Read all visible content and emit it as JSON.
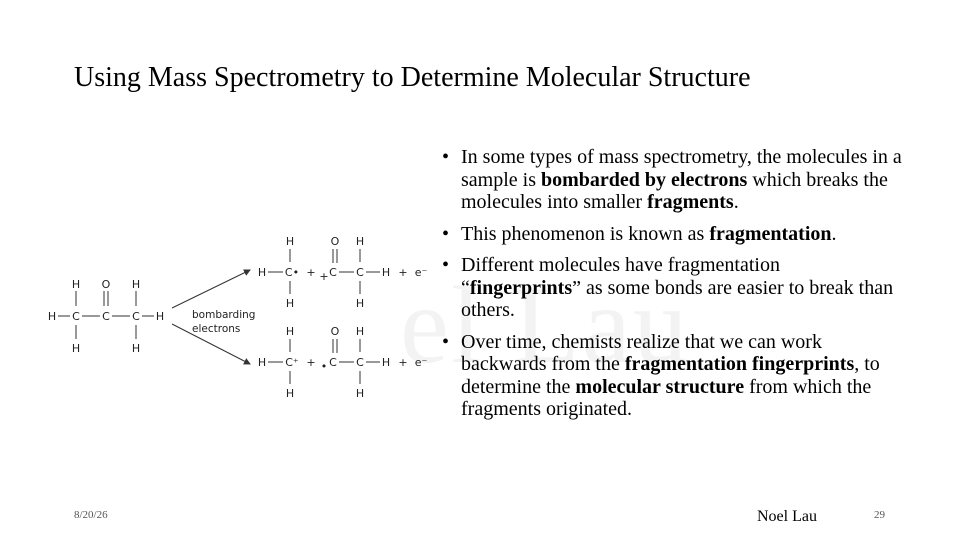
{
  "slide": {
    "title": "Using Mass Spectrometry to Determine Molecular Structure",
    "watermark": "el Lau",
    "bullets": [
      [
        {
          "t": "In some types of mass spectrometry, the molecules in a sample is ",
          "b": false
        },
        {
          "t": "bombarded by electrons",
          "b": true
        },
        {
          "t": " which breaks the molecules into smaller ",
          "b": false
        },
        {
          "t": "fragments",
          "b": true
        },
        {
          "t": ".",
          "b": false
        }
      ],
      [
        {
          "t": "This phenomenon is known as ",
          "b": false
        },
        {
          "t": "fragmentation",
          "b": true
        },
        {
          "t": ".",
          "b": false
        }
      ],
      [
        {
          "t": "Different molecules have fragmentation “",
          "b": false
        },
        {
          "t": "fingerprints",
          "b": true
        },
        {
          "t": "” as some bonds are easier to break than others.",
          "b": false
        }
      ],
      [
        {
          "t": "Over time, chemists realize that we can work backwards from the ",
          "b": false
        },
        {
          "t": "fragmentation fingerprints",
          "b": true
        },
        {
          "t": ", to determine the ",
          "b": false
        },
        {
          "t": "molecular structure",
          "b": true
        },
        {
          "t": " from which the fragments originated.",
          "b": false
        }
      ]
    ]
  },
  "diagram": {
    "bombarding_label_1": "bombarding",
    "bombarding_label_2": "electrons",
    "h": "H",
    "c": "C",
    "o": "O",
    "c_plus": "C⁺",
    "c_dot": "C•",
    "plus": "+",
    "charge_plus": "+",
    "radical_dot": "•",
    "electron": "e⁻"
  },
  "footer": {
    "date": "8/20/26",
    "author": "Noel Lau",
    "page": "29"
  }
}
